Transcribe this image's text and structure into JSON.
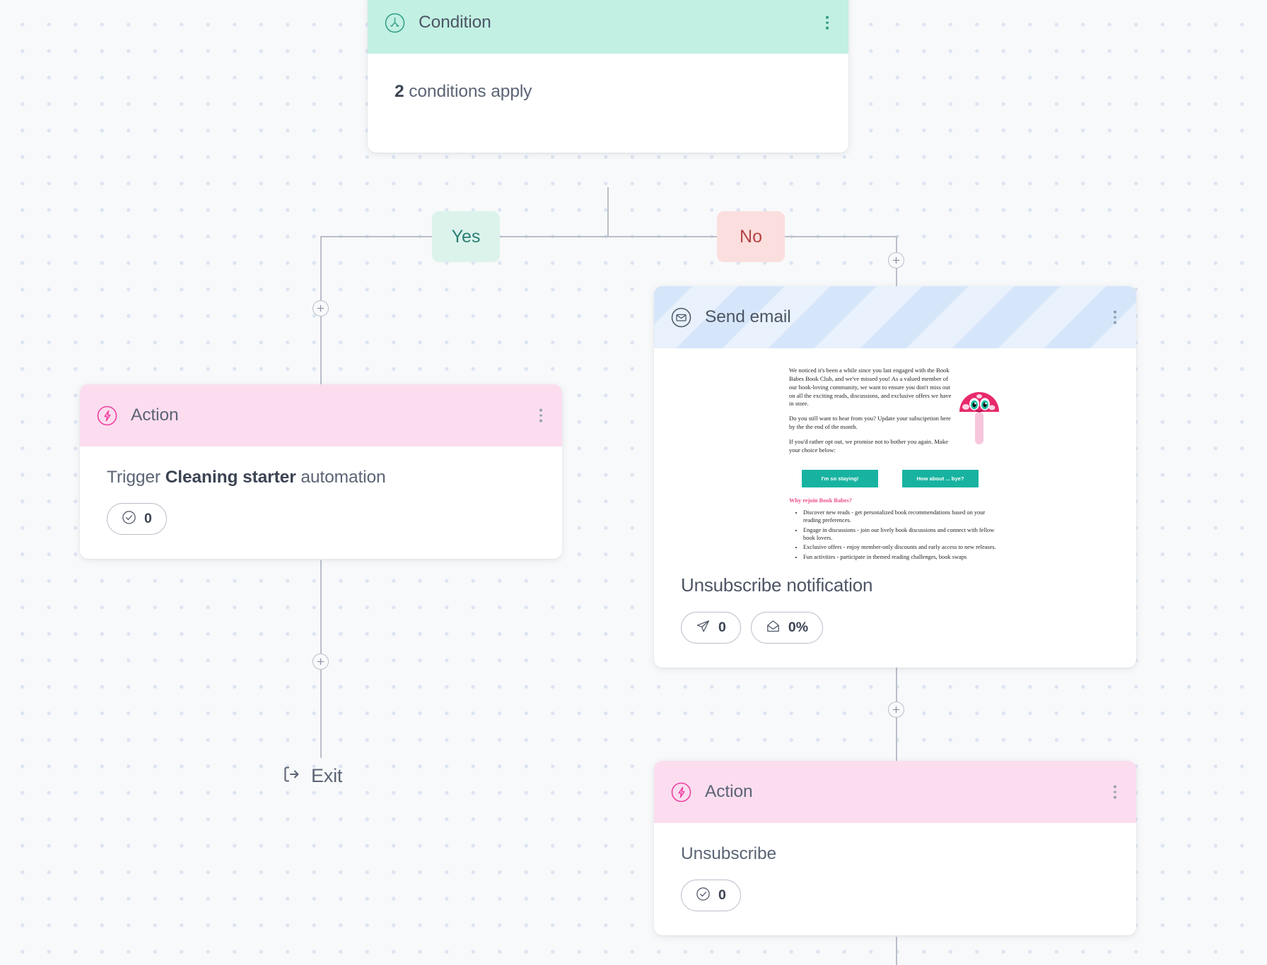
{
  "workflow": {
    "condition": {
      "icon": "condition-branch-icon",
      "title": "Condition",
      "menu": "kebab-menu",
      "summary_count": "2",
      "summary_text": " conditions apply"
    },
    "branches": {
      "yes_label": "Yes",
      "no_label": "No"
    },
    "action_left": {
      "icon": "action-bolt-icon",
      "title": "Action",
      "text_prefix": "Trigger ",
      "text_bold": "Cleaning starter",
      "text_suffix": " automation",
      "stat_value": "0",
      "stat_icon": "check-circle-icon"
    },
    "send_email": {
      "icon": "envelope-icon",
      "title": "Send email",
      "preview": {
        "paragraph1": "We noticed it's been a while since you last engaged with the Book Babes Book Club, and we've missed you! As a valued member of our book-loving community, we want to ensure you don't miss out on all the exciting reads, discussions, and exclusive offers we have in store.",
        "paragraph2": "Do you still want to hear from you? Update your subsciprtion here by the the end of the month.",
        "paragraph3": "If you'd rather opt out, we promise not to bother you again. Make your choice below:",
        "button_stay": "I'm so staying!",
        "button_bye": "How about ... bye?",
        "heading": "Why rejoin Book Babes?",
        "bullets": [
          "Discover new reads - get personalized book recommendations based on your reading preferences.",
          "Engage in discussions - join our lively book discussions and connect with fellow book lovers.",
          "Exclusive offers - enjoy member-only discounts and early access to new releases.",
          "Fun activities - participate in themed reading challenges, book swaps"
        ],
        "character": "mushroom-character-icon"
      },
      "email_title": "Unsubscribe notification",
      "stat_sent_value": "0",
      "stat_sent_icon": "paper-plane-icon",
      "stat_open_value": "0%",
      "stat_open_icon": "open-envelope-icon"
    },
    "action_bottom": {
      "icon": "action-bolt-icon",
      "title": "Action",
      "text": "Unsubscribe",
      "stat_value": "0",
      "stat_icon": "check-circle-icon"
    },
    "exit": {
      "icon": "exit-arrow-icon",
      "label": "Exit"
    },
    "add_buttons_label": "+"
  },
  "colors": {
    "canvas_bg": "#f8f9fa",
    "dot": "#dde5f2",
    "condition_header": "#c2f0e2",
    "condition_accent": "#2f9c86",
    "action_header": "#fbddef",
    "action_accent": "#ef3fa0",
    "email_stripe_light": "#e8f1fc",
    "email_stripe_dark": "#d6e6fa",
    "email_accent": "#4d7fc4",
    "yes_bg": "#dcf3ec",
    "yes_text": "#2a7f72",
    "no_bg": "#fbdede",
    "no_text": "#b64343",
    "connector": "#b9bfc9",
    "text_primary": "#3c4453",
    "text_secondary": "#5b6475",
    "mail_button": "#18b3a0",
    "mail_heading": "#ef4e8c"
  }
}
